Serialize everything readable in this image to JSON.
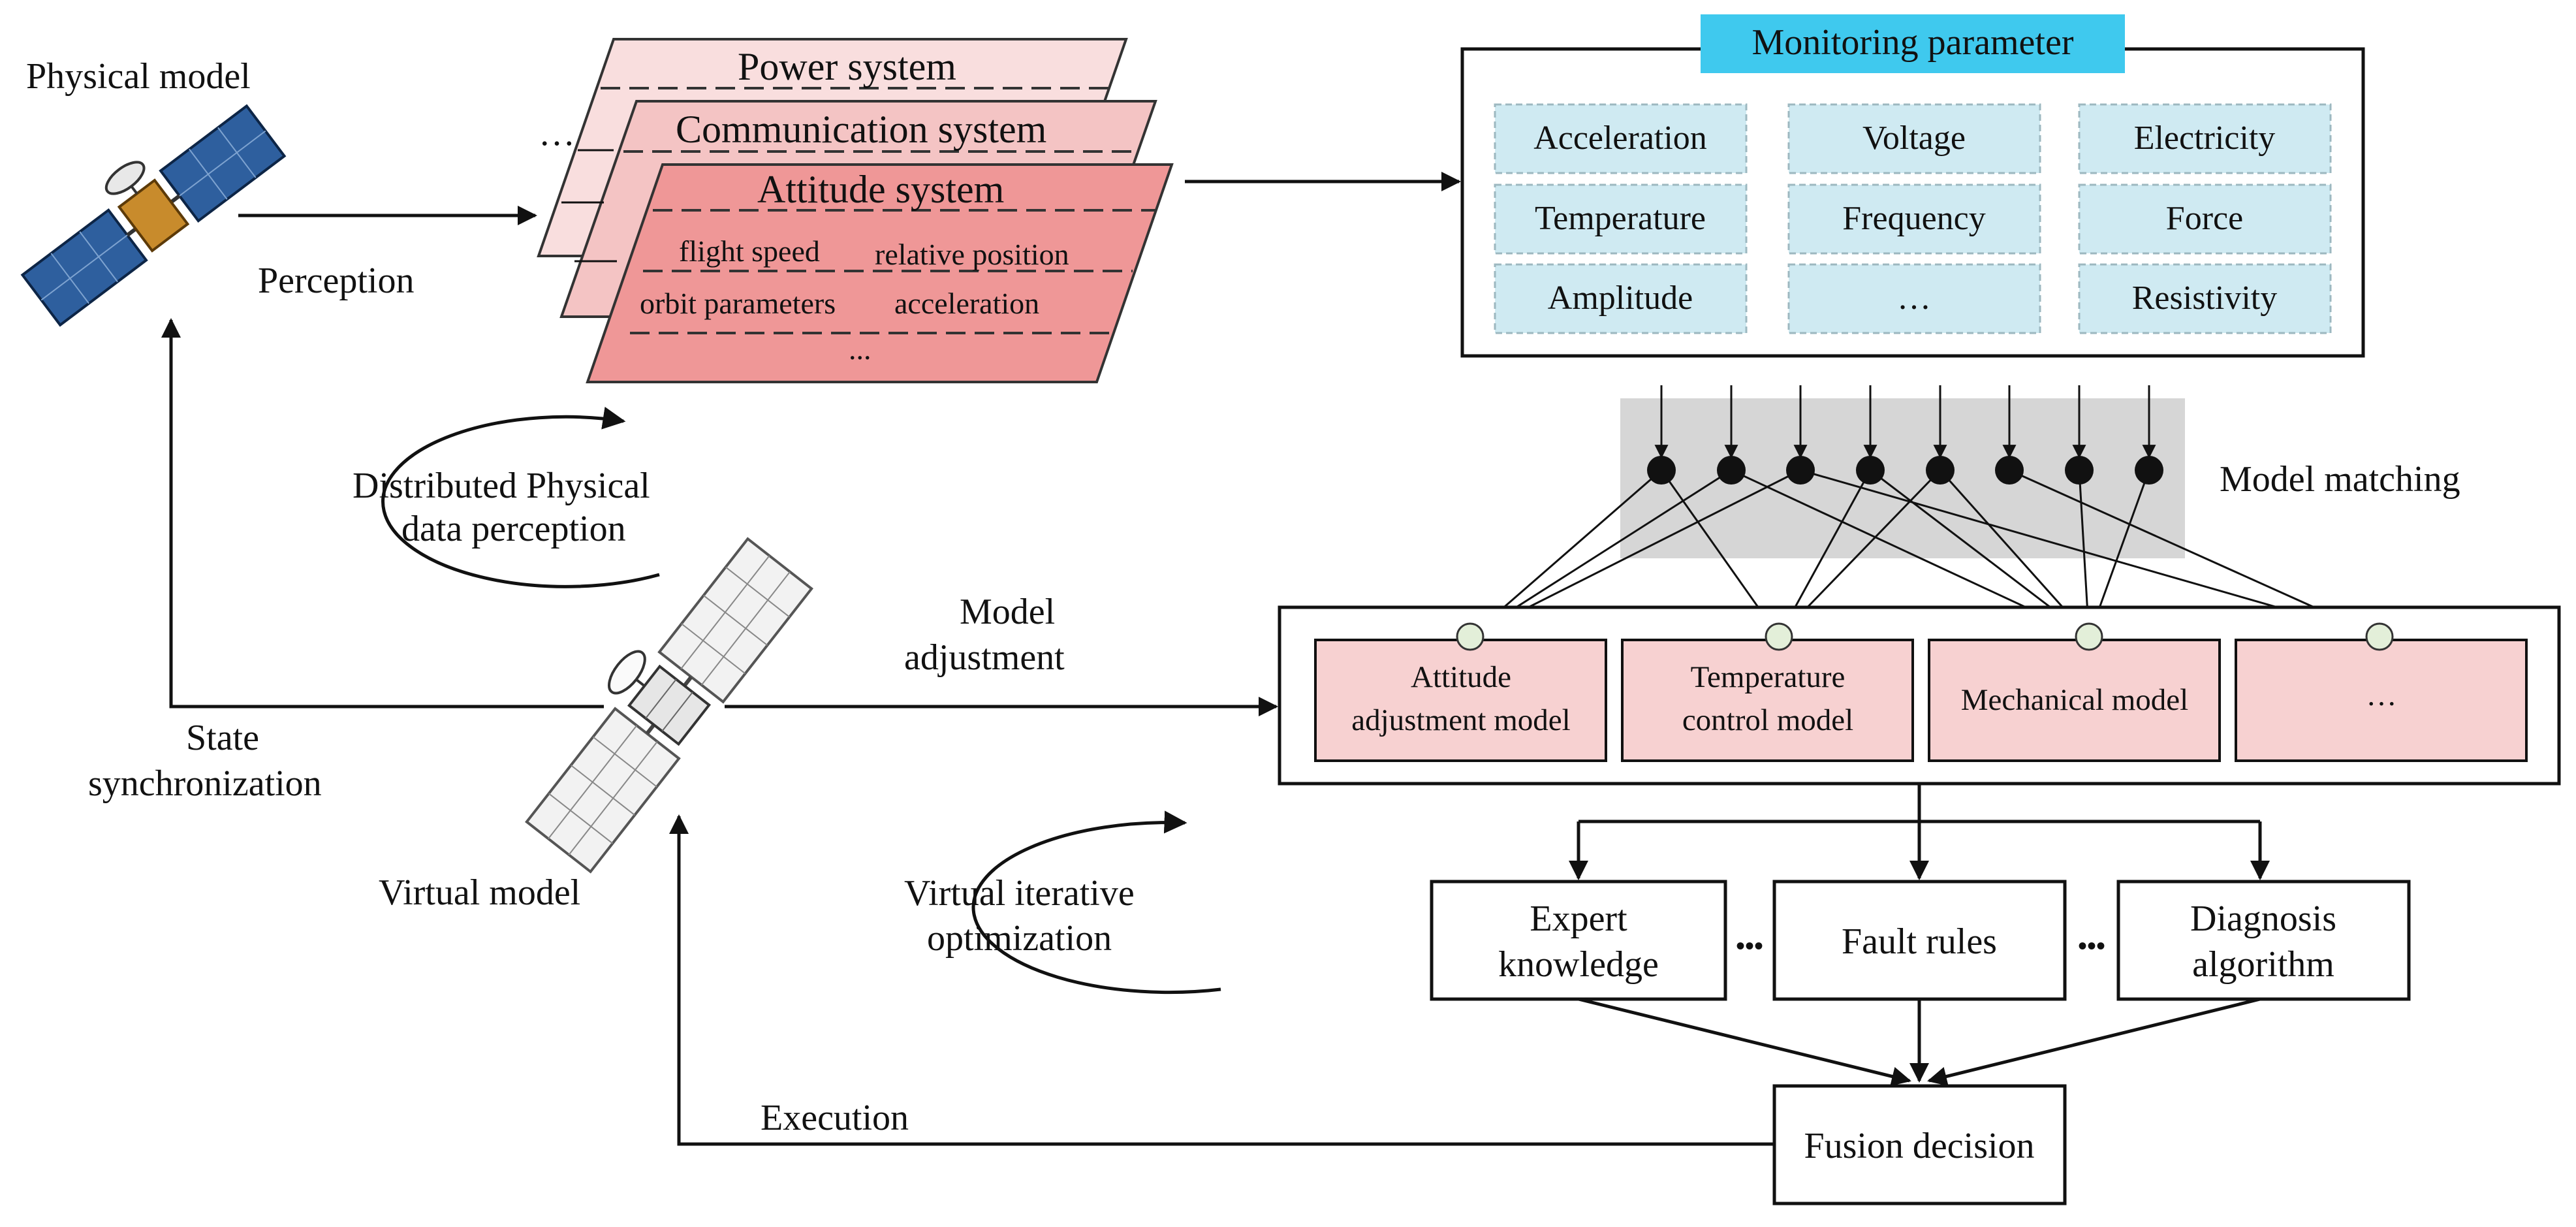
{
  "physical": {
    "label": "Physical model",
    "perception": "Perception",
    "cycle_line1": "Distributed Physical",
    "cycle_line2": "data perception"
  },
  "systems": {
    "ellipsis": "…",
    "power": "Power system",
    "communication": "Communication system",
    "attitude": "Attitude system",
    "items": [
      "flight speed",
      "relative position",
      "orbit parameters",
      "acceleration",
      "..."
    ]
  },
  "monitoring": {
    "title": "Monitoring parameter",
    "params": [
      [
        "Acceleration",
        "Voltage",
        "Electricity"
      ],
      [
        "Temperature",
        "Frequency",
        "Force"
      ],
      [
        "Amplitude",
        "…",
        "Resistivity"
      ]
    ]
  },
  "matching": {
    "label": "Model matching"
  },
  "models": {
    "items": [
      [
        "Attitude",
        "adjustment model"
      ],
      [
        "Temperature",
        "control model"
      ],
      [
        "Mechanical model"
      ],
      [
        "…"
      ]
    ]
  },
  "virtual": {
    "label": "Virtual model",
    "adjust_line1": "Model",
    "adjust_line2": "adjustment",
    "sync_line1": "State",
    "sync_line2": "synchronization",
    "cycle_line1": "Virtual iterative",
    "cycle_line2": "optimization",
    "execution": "Execution"
  },
  "diagnosis": {
    "expert_line1": "Expert",
    "expert_line2": "knowledge",
    "dots": "•••",
    "fault": "Fault rules",
    "algo_line1": "Diagnosis",
    "algo_line2": "algorithm",
    "fusion": "Fusion decision"
  },
  "colors": {
    "monitor_title_bg": "#3fc9ee",
    "param_bg": "#cfeaf2",
    "model_bg": "#f7d1d1",
    "power_layer": "#f9dede",
    "comm_layer": "#f4c4c4",
    "attitude_layer": "#ef9797",
    "matching_bg": "#d6d6d6",
    "satellite_panel": "#2e5f9e",
    "satellite_body": "#c88b2c"
  }
}
